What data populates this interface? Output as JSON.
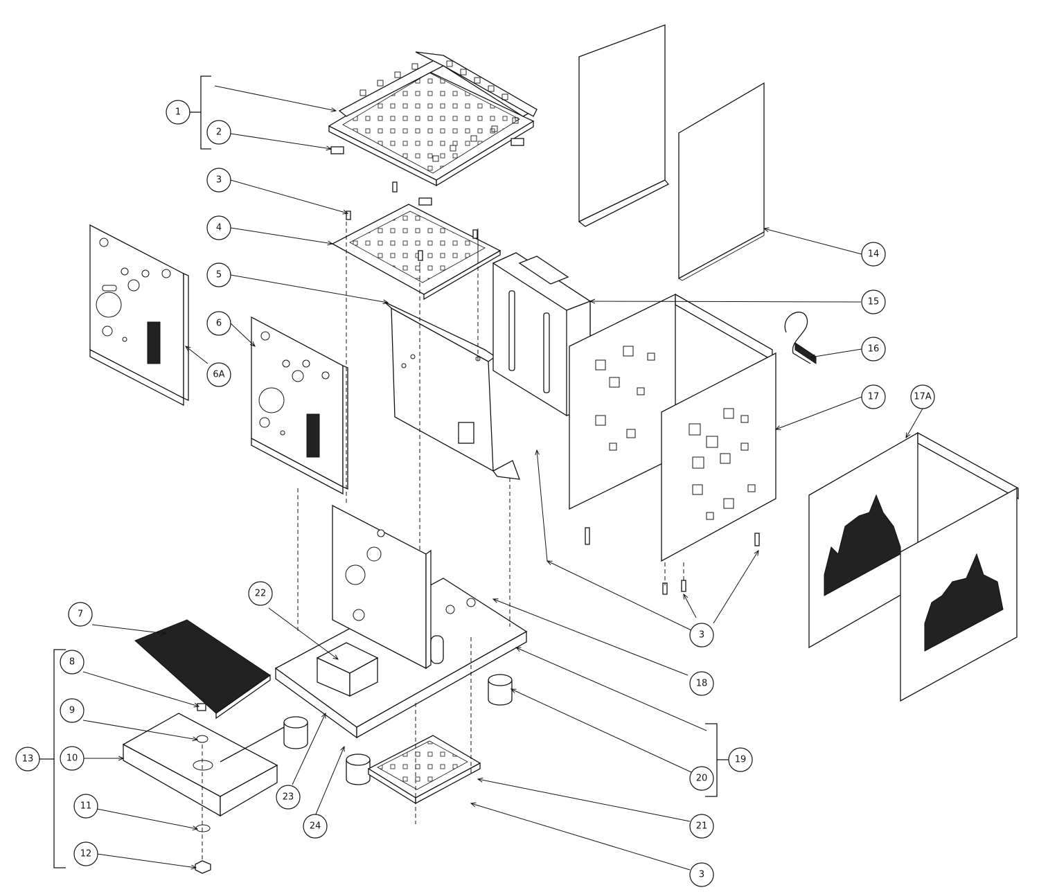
{
  "callouts": [
    {
      "id": "c1",
      "label": "1"
    },
    {
      "id": "c2",
      "label": "2"
    },
    {
      "id": "c3a",
      "label": "3"
    },
    {
      "id": "c4",
      "label": "4"
    },
    {
      "id": "c5",
      "label": "5"
    },
    {
      "id": "c6",
      "label": "6"
    },
    {
      "id": "c6a",
      "label": "6A"
    },
    {
      "id": "c7",
      "label": "7"
    },
    {
      "id": "c8",
      "label": "8"
    },
    {
      "id": "c9",
      "label": "9"
    },
    {
      "id": "c10",
      "label": "10"
    },
    {
      "id": "c11",
      "label": "11"
    },
    {
      "id": "c12",
      "label": "12"
    },
    {
      "id": "c13",
      "label": "13"
    },
    {
      "id": "c14",
      "label": "14"
    },
    {
      "id": "c15",
      "label": "15"
    },
    {
      "id": "c16",
      "label": "16"
    },
    {
      "id": "c17",
      "label": "17"
    },
    {
      "id": "c17a",
      "label": "17A"
    },
    {
      "id": "c18",
      "label": "18"
    },
    {
      "id": "c19",
      "label": "19"
    },
    {
      "id": "c20",
      "label": "20"
    },
    {
      "id": "c21",
      "label": "21"
    },
    {
      "id": "c22",
      "label": "22"
    },
    {
      "id": "c23",
      "label": "23"
    },
    {
      "id": "c24",
      "label": "24"
    },
    {
      "id": "c3b",
      "label": "3"
    },
    {
      "id": "c3c",
      "label": "3"
    }
  ]
}
